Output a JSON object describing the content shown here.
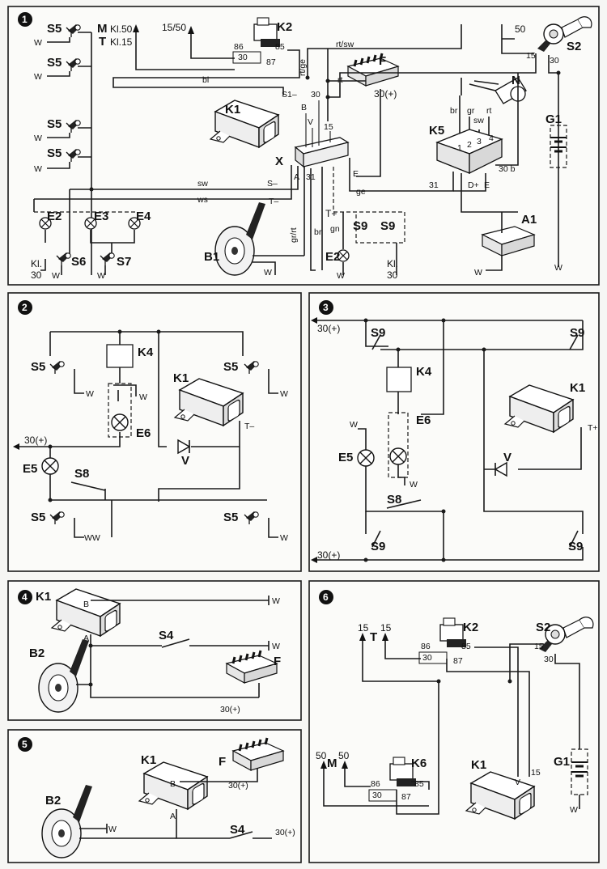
{
  "panels": [
    {
      "number": "1"
    },
    {
      "number": "2"
    },
    {
      "number": "3"
    },
    {
      "number": "4"
    },
    {
      "number": "5"
    },
    {
      "number": "6"
    }
  ],
  "p1": {
    "s5": "S5",
    "m": "M",
    "m_kl": "Kl.50",
    "t": "T",
    "t_kl": "Kl.15",
    "k2_terminal": "15/50",
    "k2": "K2",
    "t86": "86",
    "t85": "85",
    "t30": "30",
    "t87": "87",
    "f": "F",
    "f30": "30(+)",
    "rtsw": "rt/sw",
    "rtge": "rt/ge",
    "rt": "rt",
    "bl": "bl",
    "s1": "S1–",
    "b": "B",
    "v": "V",
    "k1": "K1",
    "x": "X",
    "t15": "15",
    "s_minus": "S–",
    "t_minus": "T–",
    "a": "A",
    "t31": "31",
    "e": "E",
    "ge": "ge",
    "sw": "sw",
    "ws": "ws",
    "grrt": "gr/rt",
    "br": "br",
    "tplus": "T+",
    "gn": "gn",
    "n": "N",
    "k5": "K5",
    "k5_gr": "gr",
    "k5_sw": "sw",
    "k5_rt": "rt",
    "k5_br": "br",
    "k5_1": "1",
    "k5_2": "2",
    "k5_3": "3",
    "k5_4": "4",
    "k5_30b": "30 b",
    "k5_dplus": "D+",
    "k5_e": "E",
    "s2": "S2",
    "t50": "50",
    "g1": "G1",
    "a1": "A1",
    "e2": "E2",
    "e3": "E3",
    "e4": "E4",
    "s6": "S6",
    "s7": "S7",
    "kl": "Kl.",
    "kl30": "30",
    "b1": "B1",
    "s9": "S9",
    "w": "W"
  },
  "p2": {
    "k4": "K4",
    "k1": "K1",
    "s5": "S5",
    "e5": "E5",
    "e6": "E6",
    "s8": "S8",
    "v": "V",
    "supply": "30(+)",
    "t_minus": "T–",
    "w": "W",
    "ww": "WW"
  },
  "p3": {
    "supply_top": "30(+)",
    "supply_bottom": "30(+)",
    "s9": "S9",
    "k4": "K4",
    "k1": "K1",
    "e5": "E5",
    "e6": "E6",
    "s8": "S8",
    "v": "V",
    "t_plus": "T+",
    "w": "W"
  },
  "p4": {
    "k1": "K1",
    "b": "B",
    "a": "A",
    "b2": "B2",
    "s4": "S4",
    "f": "F",
    "f30": "30(+)",
    "w": "W"
  },
  "p5": {
    "k1": "K1",
    "b": "B",
    "a": "A",
    "b2": "B2",
    "s4": "S4",
    "f": "F",
    "f30": "30(+)",
    "s4_30": "30(+)",
    "w": "W"
  },
  "p6": {
    "k2": "K2",
    "s2": "S2",
    "t15a": "15",
    "t_label": "T",
    "t15b": "15",
    "t86": "86",
    "t85": "85",
    "t30": "30",
    "t87": "87",
    "s2_15": "15",
    "s2_30": "30",
    "t50a": "50",
    "m_label": "M",
    "t50b": "50",
    "k6": "K6",
    "k6_86": "86",
    "k6_85": "85",
    "k6_30": "30",
    "k6_87": "87",
    "k1": "K1",
    "v": "V",
    "k1_15": "15",
    "g1": "G1",
    "w": "W"
  }
}
